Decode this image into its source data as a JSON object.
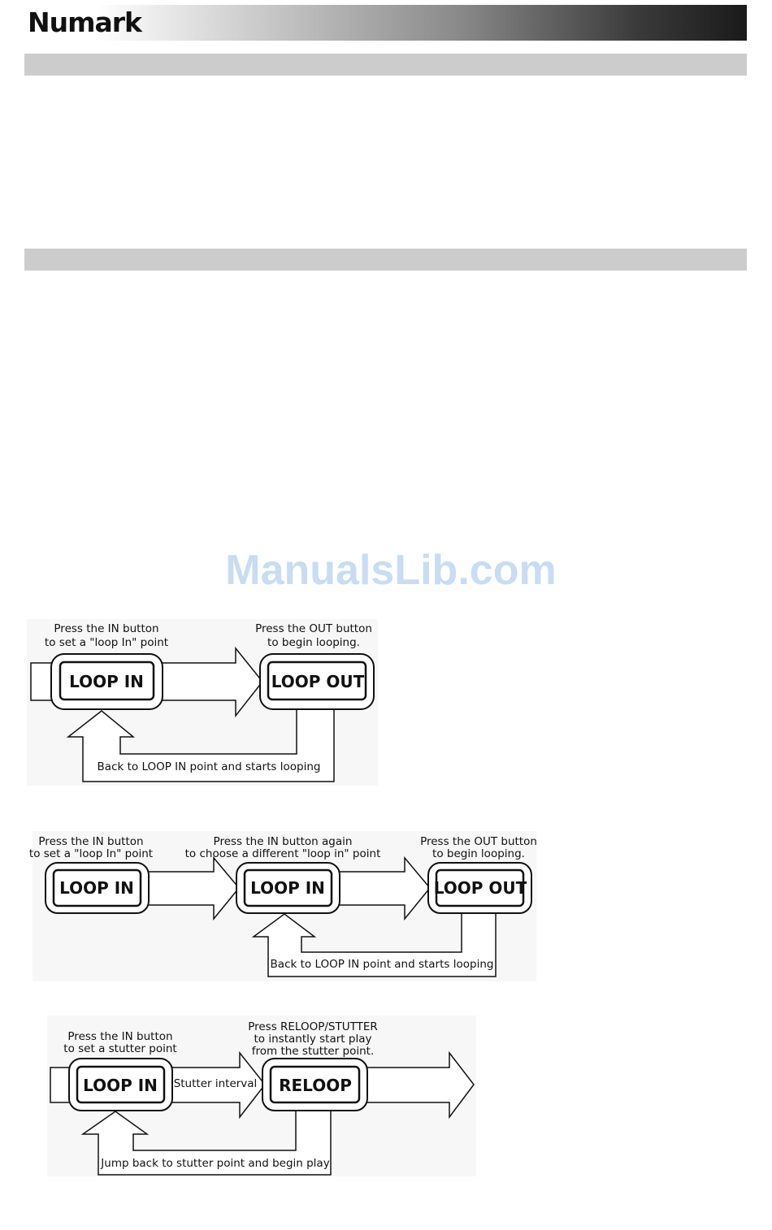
{
  "header": {
    "brand": "Numark"
  },
  "watermark": "ManualsLib.com",
  "diagrams": [
    {
      "captions": {
        "in_line1": "Press the IN button",
        "in_line2": "to set a \"loop In\" point",
        "out_line1": "Press the OUT button",
        "out_line2": "to begin looping.",
        "return": "Back to LOOP IN point and starts looping"
      },
      "buttons": {
        "in": "LOOP IN",
        "out": "LOOP OUT"
      }
    },
    {
      "captions": {
        "in_line1": "Press the IN button",
        "in_line2": "to set a \"loop In\" point",
        "again_line1": "Press the IN button again",
        "again_line2": "to choose a different \"loop in\" point",
        "out_line1": "Press the OUT button",
        "out_line2": "to begin looping.",
        "return": "Back to LOOP IN point and starts looping"
      },
      "buttons": {
        "in": "LOOP IN",
        "in2": "LOOP IN",
        "out": "LOOP OUT"
      }
    },
    {
      "captions": {
        "in_line1": "Press the IN button",
        "in_line2": "to set a stutter point",
        "reloop_line1": "Press RELOOP/STUTTER",
        "reloop_line2": "to instantly start play",
        "reloop_line3": "from the stutter point.",
        "interval": "Stutter interval",
        "return": "Jump back to stutter point and begin play"
      },
      "buttons": {
        "in": "LOOP IN",
        "reloop": "RELOOP"
      }
    }
  ]
}
